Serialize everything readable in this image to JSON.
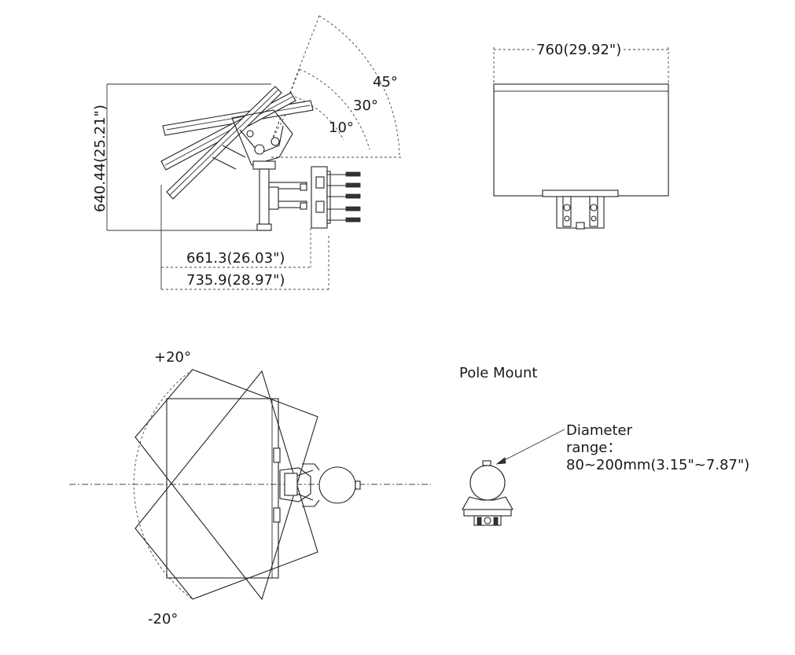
{
  "dimensions": {
    "height_label": "640.44(25.21\")",
    "depth_short_label": "661.3(26.03\")",
    "depth_long_label": "735.9(28.97\")",
    "width_label": "760(29.92\")"
  },
  "tilt_angles": {
    "a45": "45°",
    "a30": "30°",
    "a10": "10°"
  },
  "pan_angles": {
    "plus": "+20°",
    "minus": "-20°"
  },
  "pole_mount": {
    "title": "Pole Mount",
    "diameter_line1": "Diameter",
    "diameter_line2": "range：",
    "diameter_line3": "80~200mm(3.15\"~7.87\")"
  }
}
